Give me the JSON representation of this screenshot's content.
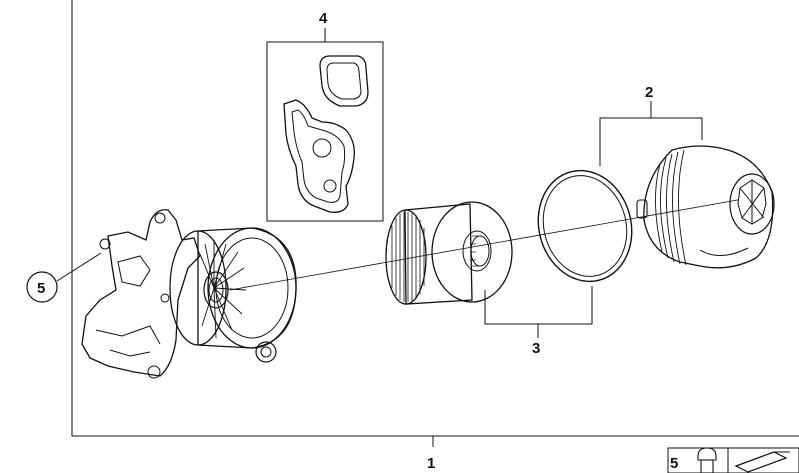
{
  "callouts": {
    "assembly": "1",
    "filter_housing_cap": "2",
    "filter_element": "3",
    "gasket_set": "4",
    "screw_left": "5",
    "screw_legend": "5"
  },
  "colors": {
    "line": "#111111",
    "fill": "#ffffff",
    "shade": "#e6e6e6"
  },
  "icons": [
    "bolt-icon",
    "wrench-tool-icon"
  ]
}
